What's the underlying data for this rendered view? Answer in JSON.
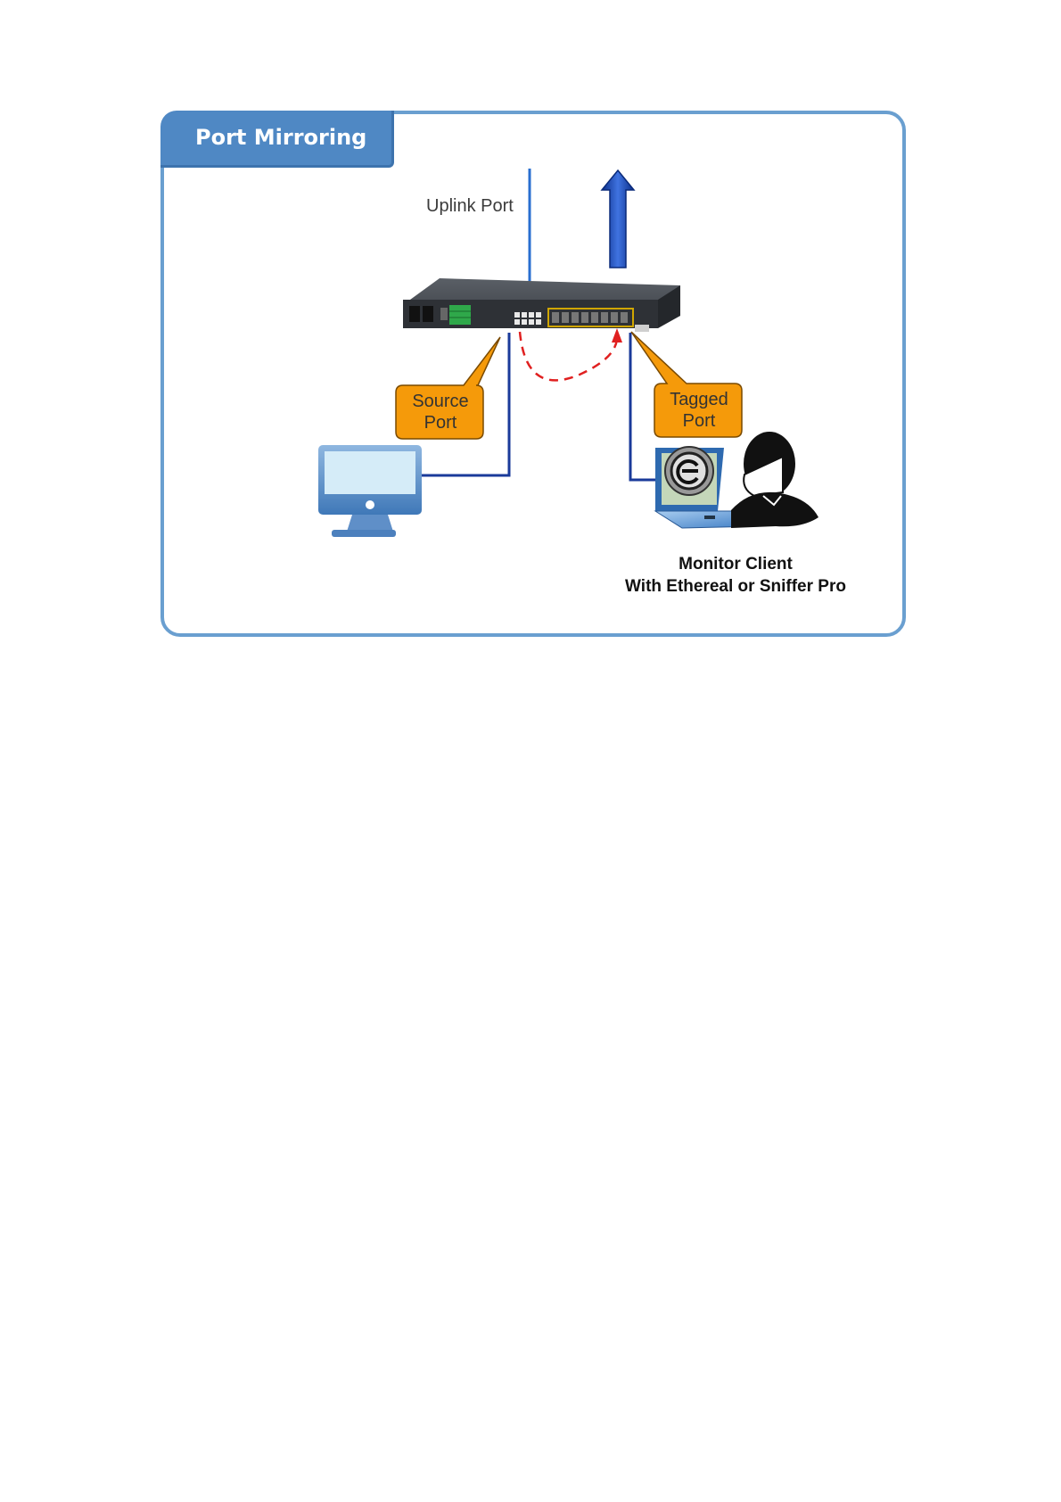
{
  "diagram": {
    "title": "Port Mirroring",
    "labels": {
      "uplink": "Uplink Port",
      "source_port": "Source\nPort",
      "tagged_port": "Tagged\nPort",
      "monitor_line1": "Monitor Client",
      "monitor_line2": "With Ethereal or Sniffer Pro"
    },
    "colors": {
      "frame": "#6a9fd0",
      "title_tab": "#4f88c4",
      "callout": "#f59a0a",
      "cable": "#1a3a9a",
      "uplink_cable": "#2a6fd0",
      "arrow": "#1f4fbf",
      "mirror_path": "#e02020"
    }
  }
}
